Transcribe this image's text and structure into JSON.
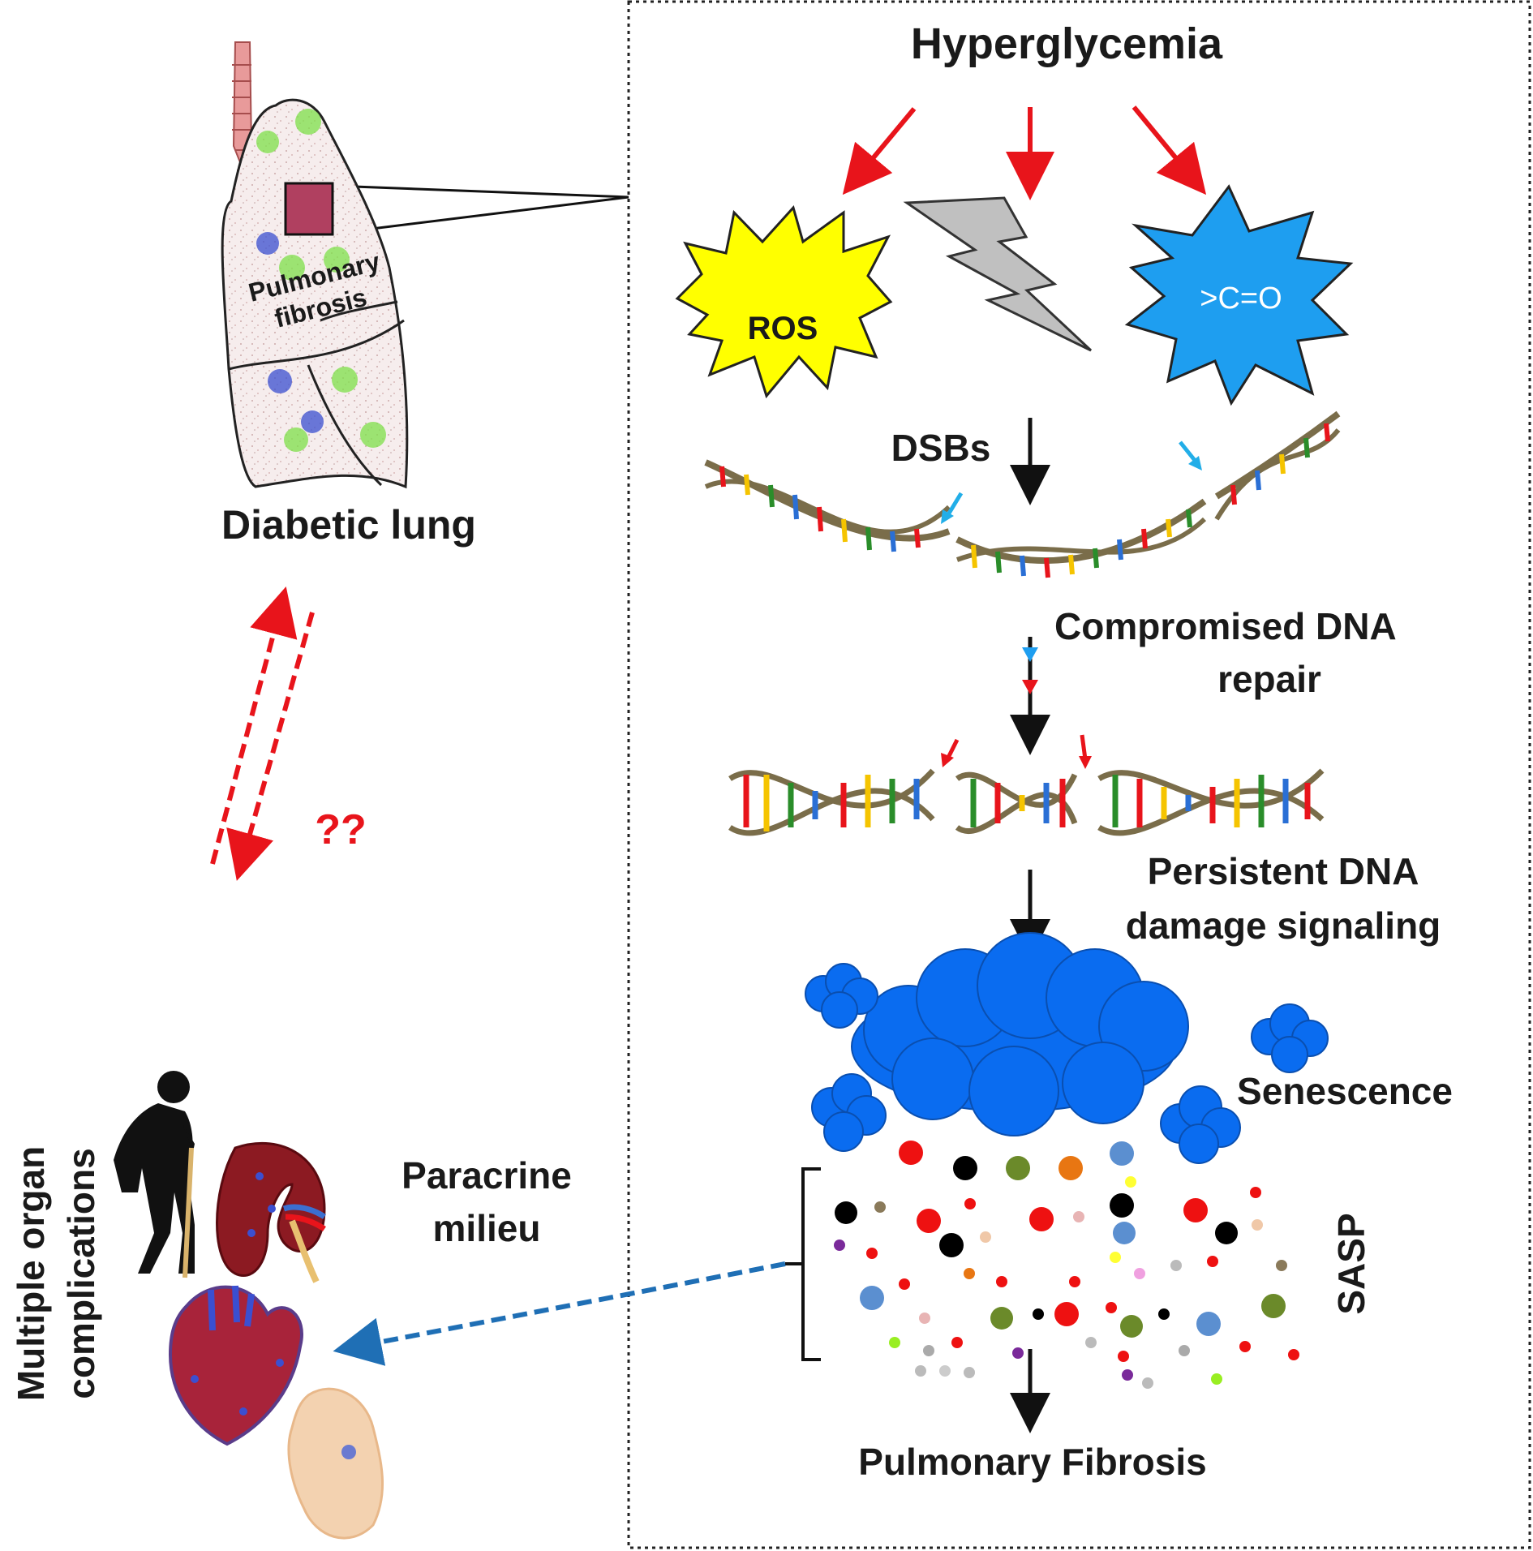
{
  "labels": {
    "hyperglycemia": "Hyperglycemia",
    "ros": "ROS",
    "carbonyl": ">C=O",
    "dsbs": "DSBs",
    "compromised_line1": "Compromised DNA",
    "compromised_line2": "repair",
    "persistent_line1": "Persistent DNA",
    "persistent_line2": "damage signaling",
    "senescence": "Senescence",
    "sasp": "SASP",
    "pulmonary_fibrosis": "Pulmonary Fibrosis",
    "diabetic_lung": "Diabetic lung",
    "lung_fibrosis_line1": "Pulmonary",
    "lung_fibrosis_line2": "fibrosis",
    "question": "??",
    "paracrine_line1": "Paracrine",
    "paracrine_line2": "milieu",
    "multiple_line1": "Multiple organ",
    "multiple_line2": "complications"
  },
  "colors": {
    "red_arrow": "#e8141b",
    "blue_arrow": "#1f6fb5",
    "ros_fill": "#ffff00",
    "carbonyl_fill": "#1e9ef0",
    "cloud_fill": "#0a6cf0",
    "lightning_fill": "#c0c0c0",
    "sasp_red": "#ee1111",
    "sasp_olive": "#6b8a2a",
    "sasp_steel": "#5b8fd0",
    "sasp_black": "#000000"
  }
}
